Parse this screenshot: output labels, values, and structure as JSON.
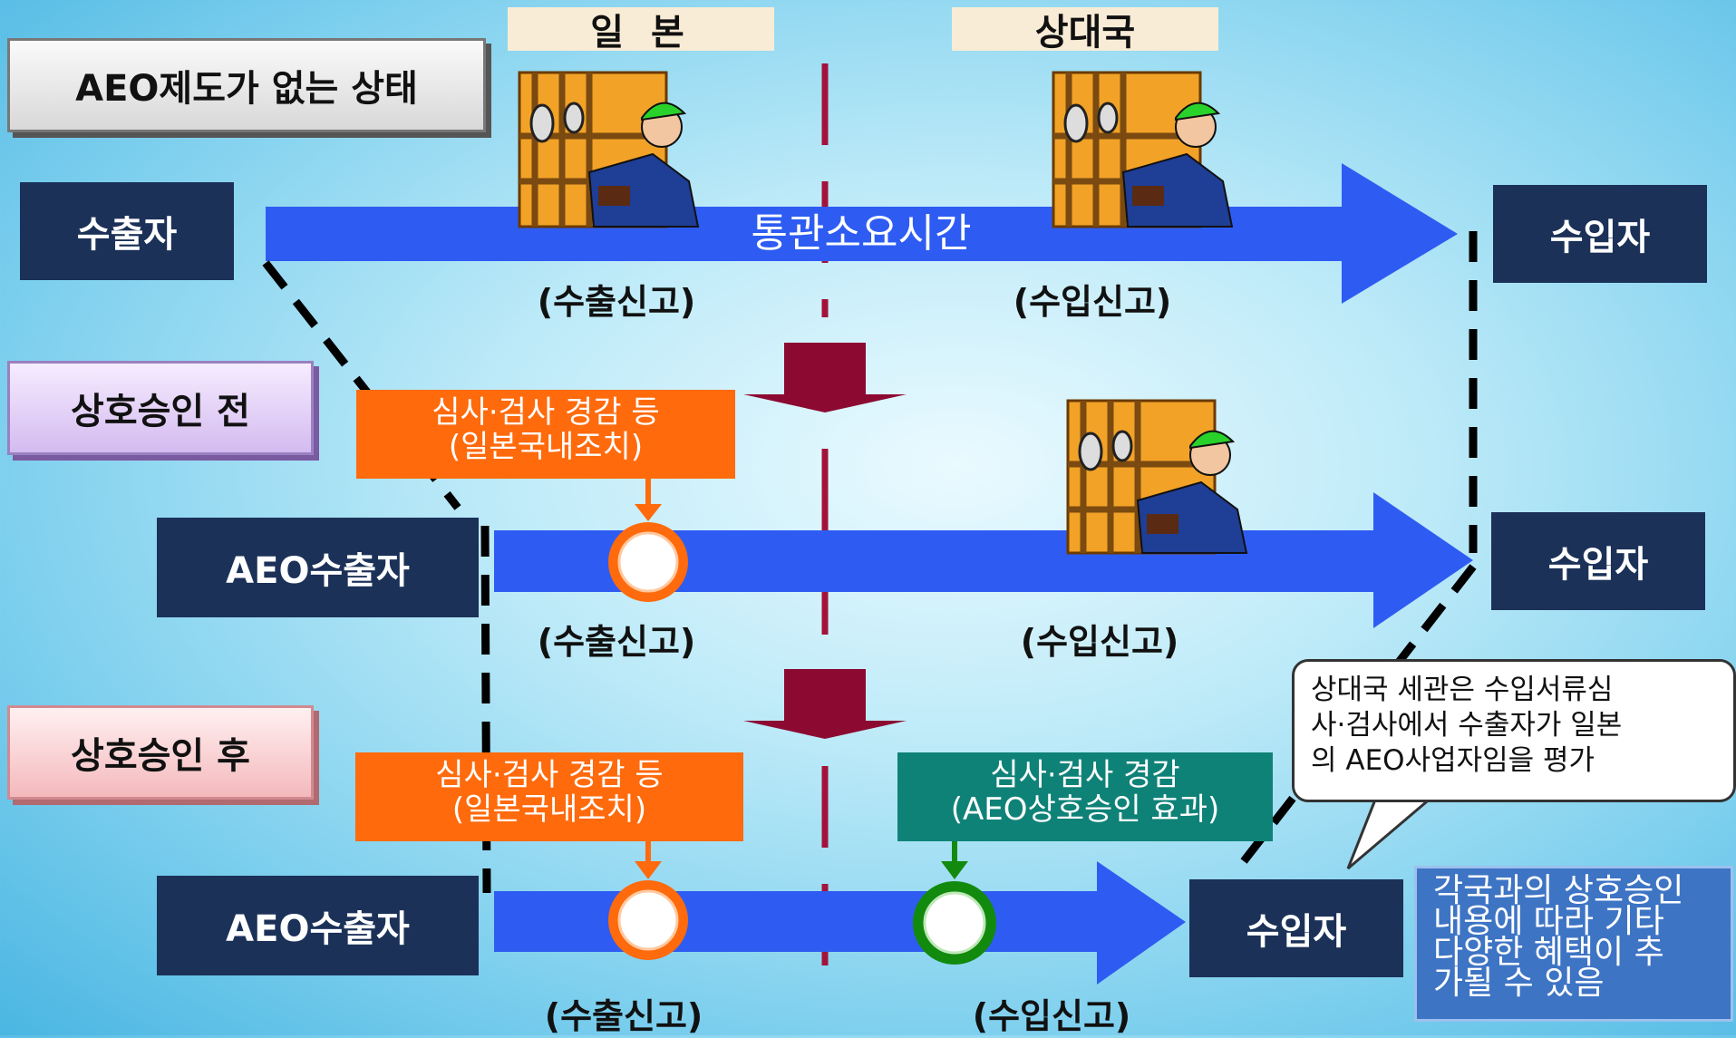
{
  "header": {
    "japan": "일 본",
    "partner_country": "상대국"
  },
  "title": "AEO제도가 없는 상태",
  "row1": {
    "exporter": "수출자",
    "importer": "수입자",
    "arrow_label": "통관소요시간",
    "export_decl": "(수출신고)",
    "import_decl": "(수입신고)"
  },
  "row2": {
    "stage_label": "상호승인 전",
    "exporter": "AEO수출자",
    "importer": "수입자",
    "note_line1": "심사·검사 경감 등",
    "note_line2": "(일본국내조치)",
    "export_decl": "(수출신고)",
    "import_decl": "(수입신고)"
  },
  "row3": {
    "stage_label": "상호승인 후",
    "exporter": "AEO수출자",
    "importer": "수입자",
    "note_line1": "심사·검사 경감 등",
    "note_line2": "(일본국내조치)",
    "effect_line1": "심사·검사 경감",
    "effect_line2": "(AEO상호승인 효과)",
    "export_decl": "(수출신고)",
    "import_decl": "(수입신고)"
  },
  "callout": {
    "line1": "상대국 세관은 수입서류심",
    "line2": "사·검사에서 수출자가 일본",
    "line3": "의 AEO사업자임을 평가"
  },
  "benefit_box": {
    "line1": "각국과의 상호승인",
    "line2": "내용에 따라 기타",
    "line3": "다양한 혜택이 추",
    "line4": "가될 수 있음"
  },
  "colors": {
    "navy": "#1b3158",
    "arrow_blue": "#2e5cf2",
    "orange": "#ff6a0c",
    "teal": "#0f8278",
    "divider": "#a3123a",
    "down_arrow": "#8c0a32"
  }
}
